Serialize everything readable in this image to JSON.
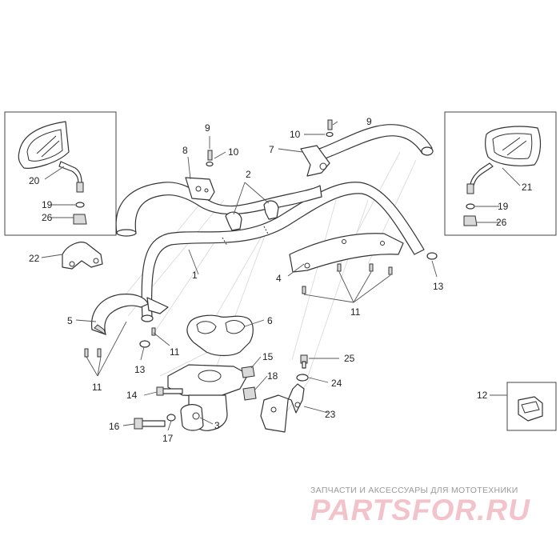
{
  "callouts": {
    "c1": "1",
    "c2": "2",
    "c3": "3",
    "c4": "4",
    "c5": "5",
    "c6": "6",
    "c7": "7",
    "c8": "8",
    "c9a": "9",
    "c9b": "9",
    "c10a": "10",
    "c10b": "10",
    "c11a": "11",
    "c11b": "11",
    "c11c": "11",
    "c12": "12",
    "c13a": "13",
    "c13b": "13",
    "c14": "14",
    "c15": "15",
    "c16": "16",
    "c17": "17",
    "c18": "18",
    "c19a": "19",
    "c19b": "19",
    "c20": "20",
    "c21": "21",
    "c22": "22",
    "c23": "23",
    "c24": "24",
    "c25": "25",
    "c26a": "26",
    "c26b": "26"
  },
  "watermark": {
    "tagline": "ЗАПЧАСТИ И АКСЕССУАРЫ ДЛЯ МОТОТЕХНИКИ",
    "brand": "PARTSFOR.RU"
  },
  "colors": {
    "line": "#333333",
    "watermark_text": "#9a9a9a",
    "watermark_brand": "#f3c3cb"
  }
}
